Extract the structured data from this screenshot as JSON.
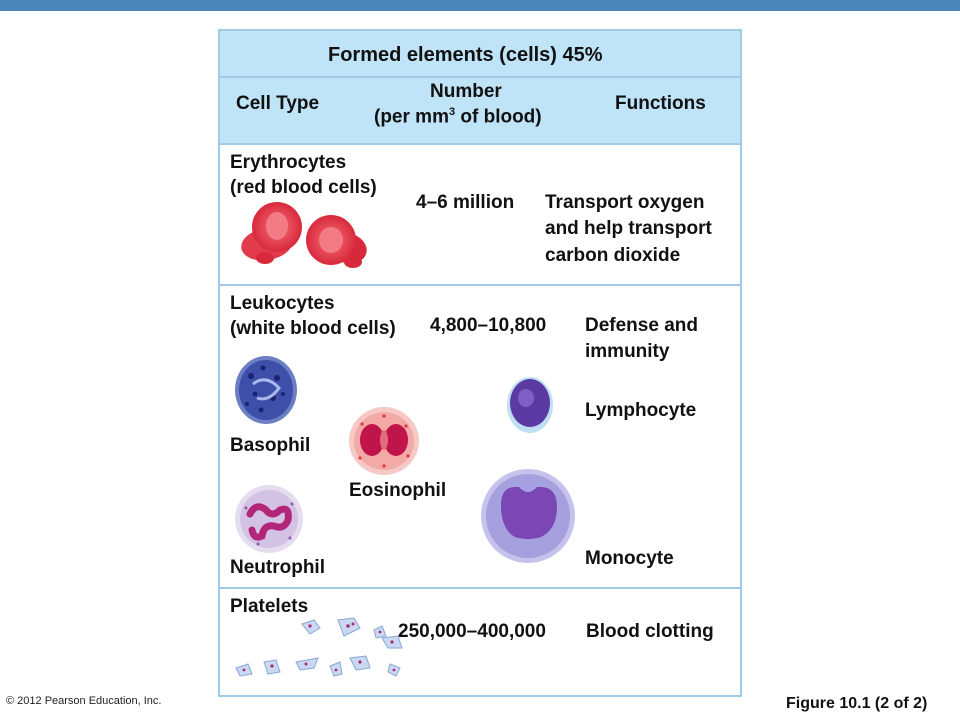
{
  "header": {
    "title": "Formed elements (cells) 45%",
    "col_cell_type": "Cell Type",
    "col_number_line1": "Number",
    "col_number_line2_pre": "(per mm",
    "col_number_sup": "3",
    "col_number_line2_post": " of blood)",
    "col_functions": "Functions"
  },
  "erythrocytes": {
    "name_line1": "Erythrocytes",
    "name_line2": "(red blood cells)",
    "number": "4–6 million",
    "function_line1": "Transport oxygen",
    "function_line2": "and help transport",
    "function_line3": "carbon dioxide"
  },
  "leukocytes": {
    "name_line1": "Leukocytes",
    "name_line2": "(white blood cells)",
    "number": "4,800–10,800",
    "function_line1": "Defense and",
    "function_line2": "immunity",
    "basophil": "Basophil",
    "eosinophil": "Eosinophil",
    "neutrophil": "Neutrophil",
    "lymphocyte": "Lymphocyte",
    "monocyte": "Monocyte"
  },
  "platelets": {
    "name": "Platelets",
    "number": "250,000–400,000",
    "function": "Blood clotting"
  },
  "footer": {
    "copyright": "© 2012 Pearson Education, Inc.",
    "figure": "Figure 10.1 (2 of 2)"
  }
}
